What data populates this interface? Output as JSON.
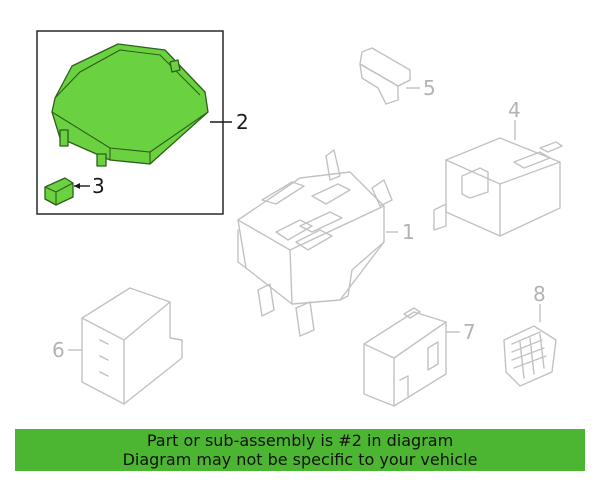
{
  "callouts": {
    "c1": "1",
    "c2": "2",
    "c3": "3",
    "c4": "4",
    "c5": "5",
    "c6": "6",
    "c7": "7",
    "c8": "8"
  },
  "highlight_color": "#6ad140",
  "banner": {
    "line1": "Part or sub-assembly is #2 in diagram",
    "line2": "Diagram may not be specific to your vehicle",
    "color": "#4cb531"
  }
}
